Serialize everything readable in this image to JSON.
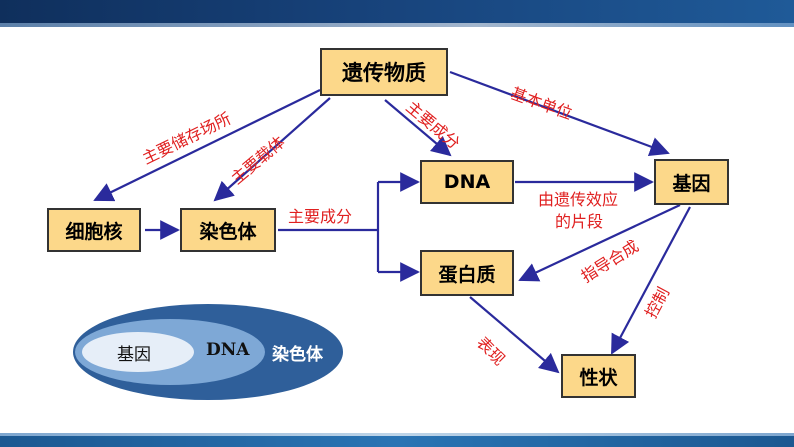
{
  "nodes": {
    "heredity": "遗传物质",
    "nucleus": "细胞核",
    "chromosome": "染色体",
    "dna": "DNA",
    "gene": "基因",
    "protein": "蛋白质",
    "trait": "性状"
  },
  "edge_labels": {
    "storage": "主要储存场所",
    "carrier": "主要载体",
    "main_comp_dna": "主要成分",
    "basic_unit": "基本单位",
    "main_comp_chrom": "主要成分",
    "effect_line1": "由遗传效应",
    "effect_line2": "的片段",
    "guide": "指导合成",
    "control": "控制",
    "express": "表现"
  },
  "venn": {
    "inner": "基因",
    "middle": "DNA",
    "outer": "染色体"
  },
  "colors": {
    "box_fill": "#fcd88a",
    "arrow": "#2a2a9c",
    "label": "#e02020",
    "venn_outer": "#2f5f9a",
    "venn_middle": "#7ea8d6",
    "venn_inner": "#e6eef8"
  }
}
